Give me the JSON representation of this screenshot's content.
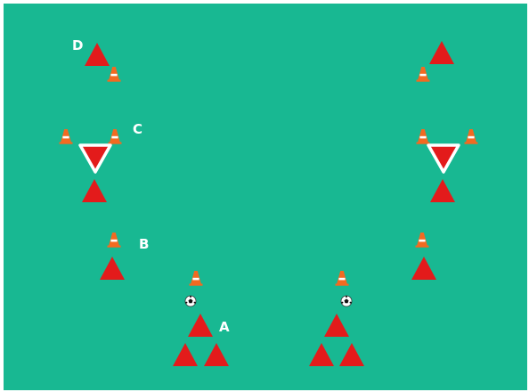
{
  "labels": {
    "a": "A",
    "b": "B",
    "c": "C",
    "d": "D"
  },
  "colors": {
    "field": "#18b892",
    "player_triangle": "#e31b1b",
    "cone_orange": "#f26a21",
    "cone_stripe": "#ffffff",
    "label_text": "#ffffff",
    "ball": "#ffffff"
  },
  "icons": {
    "player": "red-triangle",
    "defender": "inverted-red-triangle-white-outline",
    "marker": "orange-cone",
    "equipment": "soccer-ball"
  }
}
